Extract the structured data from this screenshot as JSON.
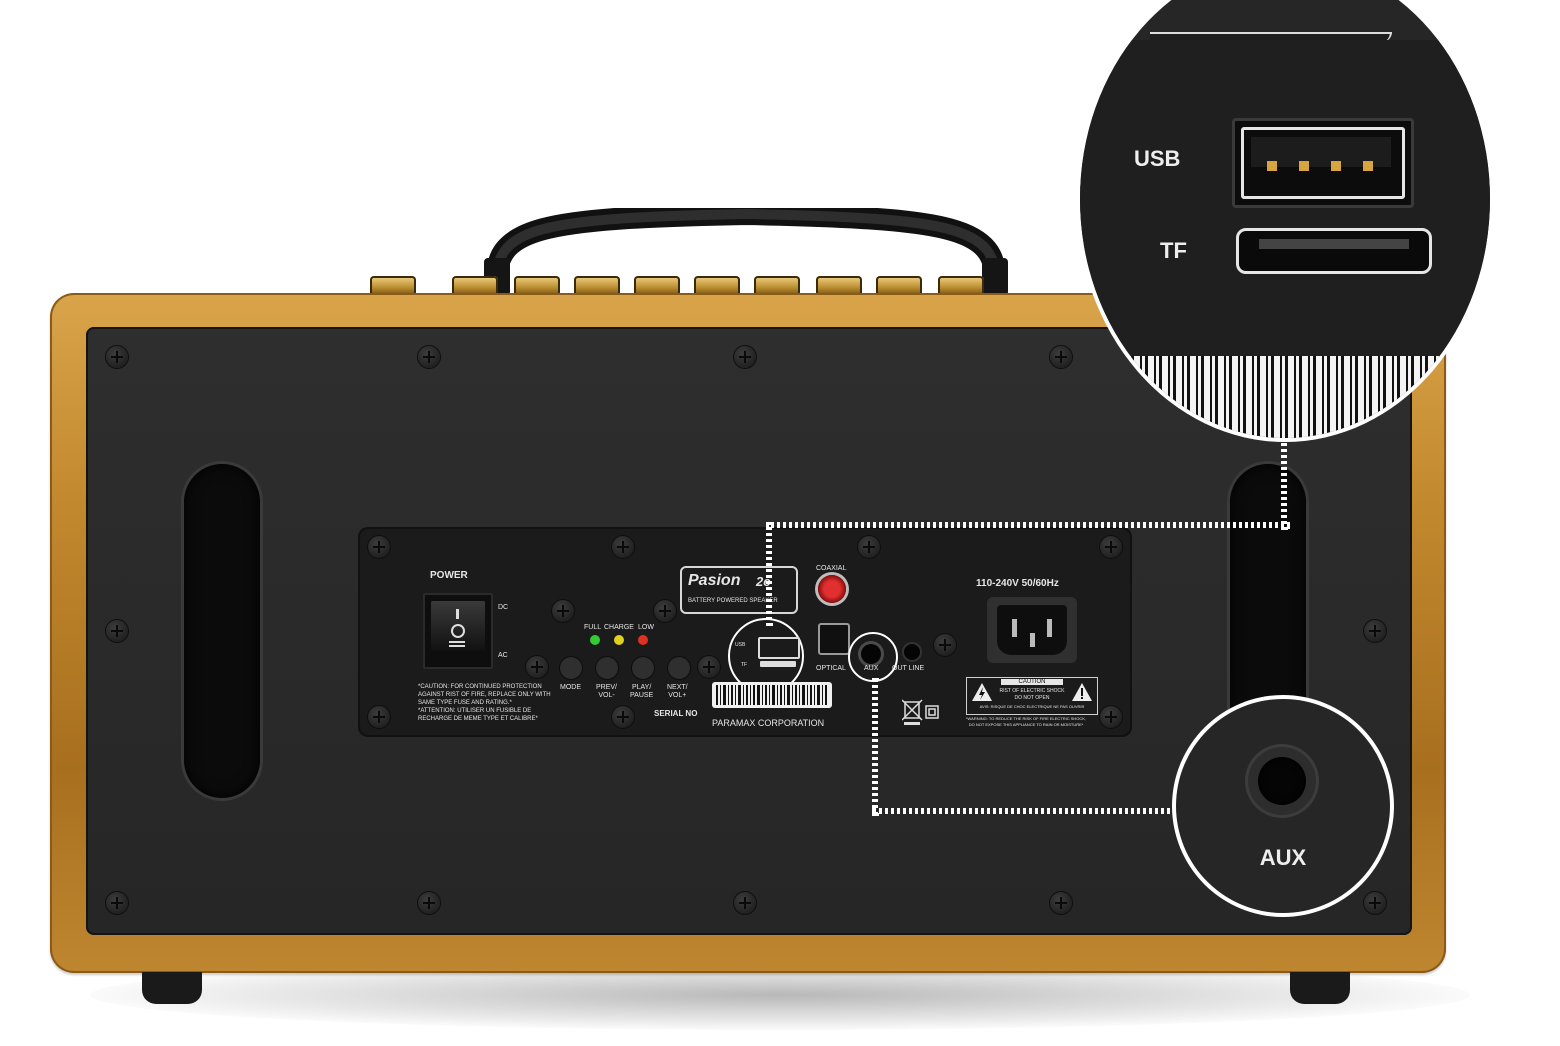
{
  "panel": {
    "power_label": "POWER",
    "dc_label": "DC",
    "ac_label": "AC",
    "led_full": "FULL",
    "led_charge": "CHARGE",
    "led_low": "LOW",
    "mode_label": "MODE",
    "prev_label_1": "PREV/",
    "prev_label_2": "VOL-",
    "play_label_1": "PLAY/",
    "play_label_2": "PAUSE",
    "next_label_1": "NEXT/",
    "next_label_2": "VOL+",
    "caution_text_1": "*CAUTION: FOR CONTINUED PROTECTION",
    "caution_text_2": "AGAINST RIST OF FIRE, REPLACE ONLY WITH",
    "caution_text_3": "SAME TYPE FUSE AND RATING.*",
    "attention_text_1": "*ATTENTION: UTILISER UN FUSIBLE DE",
    "attention_text_2": "RECHARGE DE MEME TYPE ET CALIBRE*",
    "brand": "Pasion",
    "model": "2c",
    "subtitle": "BATTERY POWERED SPEAKER",
    "coaxial_label": "COAXIAL",
    "usb_label": "USB",
    "tf_label": "TF",
    "optical_label": "OPTICAL",
    "aux_label": "AUX",
    "outline_label": "OUT LINE",
    "voltage_label": "110-240V 50/60Hz",
    "warning_title": "CAUTION",
    "warning_line_1": "RIST OF ELECTRIC SHOCK",
    "warning_line_2": "DO NOT OPEN",
    "warning_line_3": "AVIS: RISQUE DE CHOC ELECTRIQUE NE PAS OUVRIR",
    "warning_foot_1": "*WARNING: TO REDUCE THE RISK OF FIRE ELECTRIC SHOCK,",
    "warning_foot_2": "DO NOT EXPOSE THIS APPLIANCE TO RAIN OR MOISTURE*",
    "serial_label": "SERIAL NO",
    "company": "PARAMAX CORPORATION"
  },
  "zoom_usb": {
    "usb_label": "USB",
    "tf_label": "TF"
  },
  "zoom_aux": {
    "aux_label": "AUX"
  },
  "colors": {
    "cabinet": "#c3892e",
    "panel": "#1b1b1b",
    "led_full": "#33cc33",
    "led_charge": "#e0d020",
    "led_low": "#e03020",
    "coaxial": "#e23030"
  },
  "icons": [
    "power-switch-icon",
    "usb-port-icon",
    "tf-slot-icon",
    "aux-jack-icon",
    "warning-triangle-icon",
    "weee-bin-icon"
  ]
}
